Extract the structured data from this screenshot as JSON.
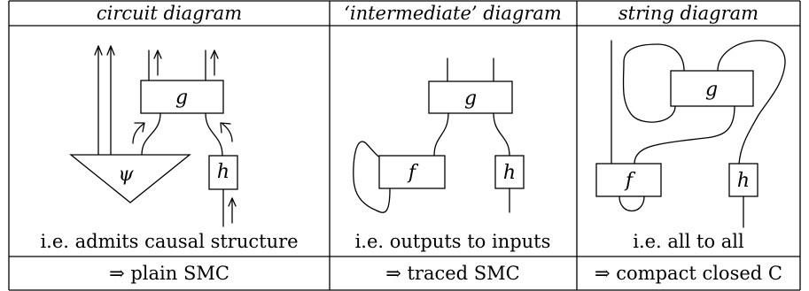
{
  "columns": [
    {
      "header": "circuit diagram",
      "caption": "i.e. admits causal structure",
      "result": "⇒ plain SMC",
      "boxes": {
        "g": "g",
        "h": "h",
        "state": "ψ"
      }
    },
    {
      "header": "‘intermediate’ diagram",
      "caption": "i.e. outputs to inputs",
      "result": "⇒ traced SMC",
      "boxes": {
        "g": "g",
        "f": "f",
        "h": "h"
      }
    },
    {
      "header": "string diagram",
      "caption": "i.e. all to all",
      "result": "⇒ compact closed C",
      "boxes": {
        "g": "g",
        "f": "f",
        "h": "h"
      }
    }
  ]
}
